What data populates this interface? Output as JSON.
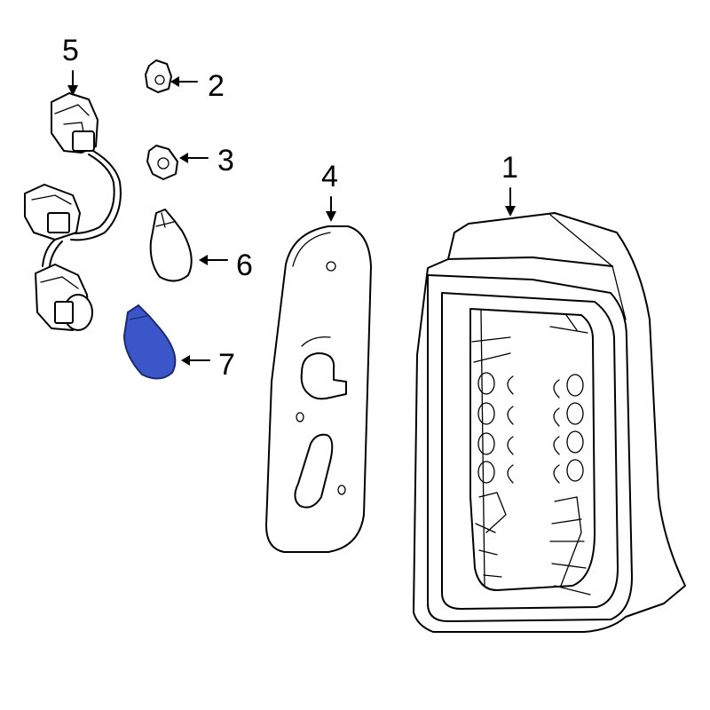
{
  "callouts": [
    {
      "id": "1",
      "label": "1"
    },
    {
      "id": "2",
      "label": "2"
    },
    {
      "id": "3",
      "label": "3"
    },
    {
      "id": "4",
      "label": "4"
    },
    {
      "id": "5",
      "label": "5"
    },
    {
      "id": "6",
      "label": "6"
    },
    {
      "id": "7",
      "label": "7"
    }
  ],
  "colors": {
    "line": "#000000",
    "background": "#ffffff",
    "highlight_fill": "#3a56c8",
    "highlight_stroke": "#1a2a6c"
  },
  "highlighted_part": "7"
}
